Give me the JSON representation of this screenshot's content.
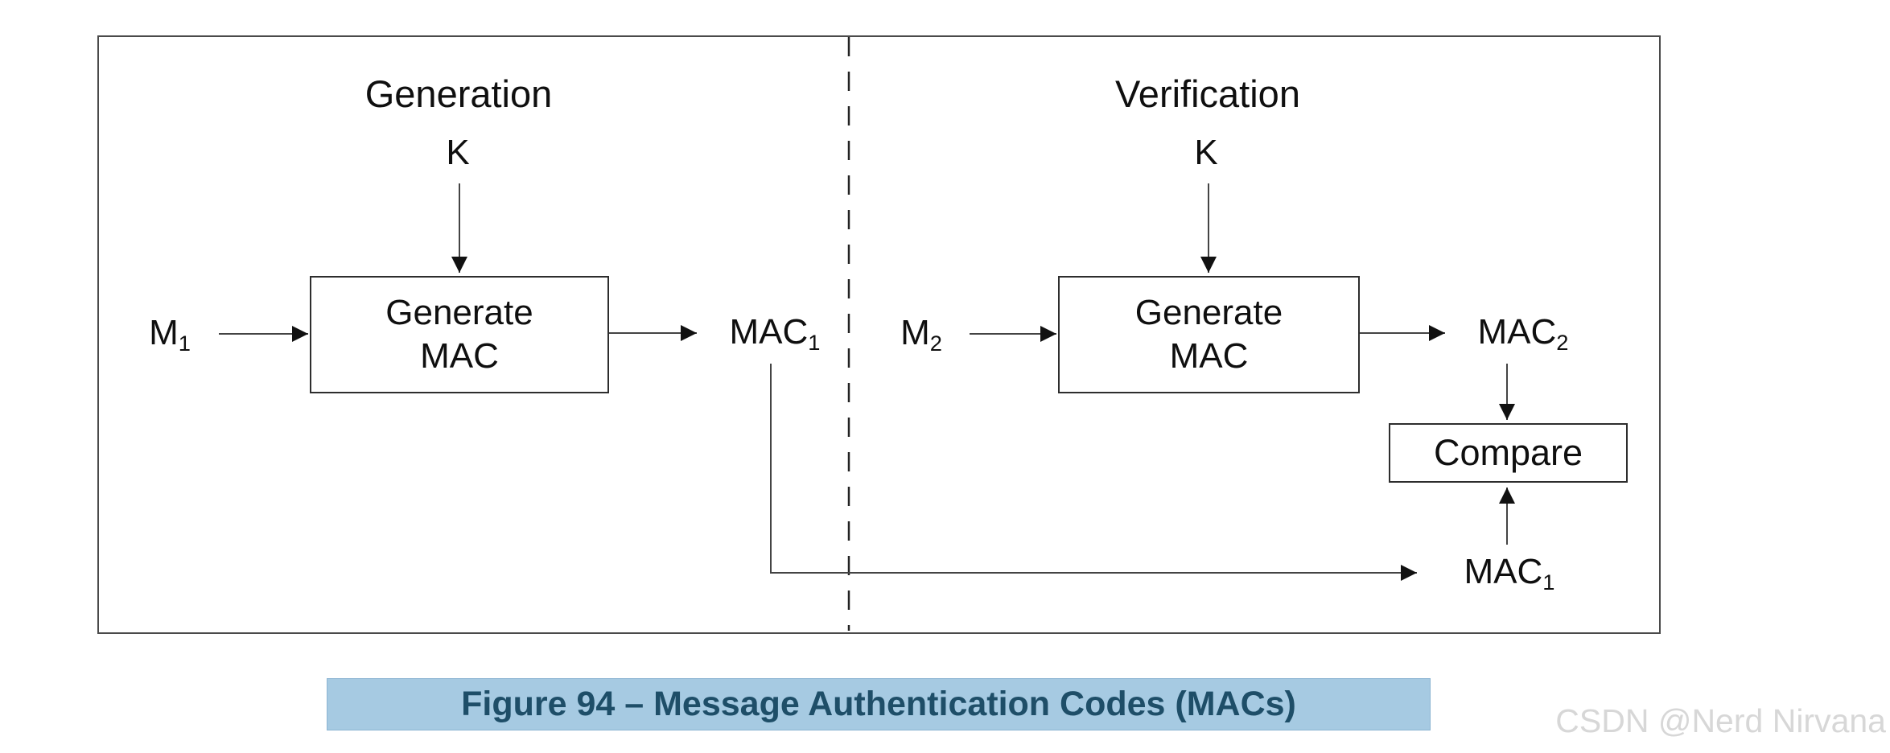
{
  "figure": {
    "caption": "Figure 94 – Message Authentication Codes (MACs)",
    "caption_text_color": "#1E4E68",
    "caption_highlight_color": "#A6CAE2",
    "watermark": "CSDN @Nerd Nirvana",
    "watermark_color": "#D7D7D7"
  },
  "diagram": {
    "line_color": "#444444",
    "arrowhead_color": "#111111",
    "generation": {
      "title": "Generation",
      "key": "K",
      "message": {
        "base": "M",
        "sub": "1"
      },
      "process": {
        "line1": "Generate",
        "line2": "MAC"
      },
      "output": {
        "base": "MAC",
        "sub": "1"
      }
    },
    "verification": {
      "title": "Verification",
      "key": "K",
      "message": {
        "base": "M",
        "sub": "2"
      },
      "process": {
        "line1": "Generate",
        "line2": "MAC"
      },
      "output": {
        "base": "MAC",
        "sub": "2"
      },
      "compare": "Compare",
      "received_mac": {
        "base": "MAC",
        "sub": "1"
      }
    }
  }
}
